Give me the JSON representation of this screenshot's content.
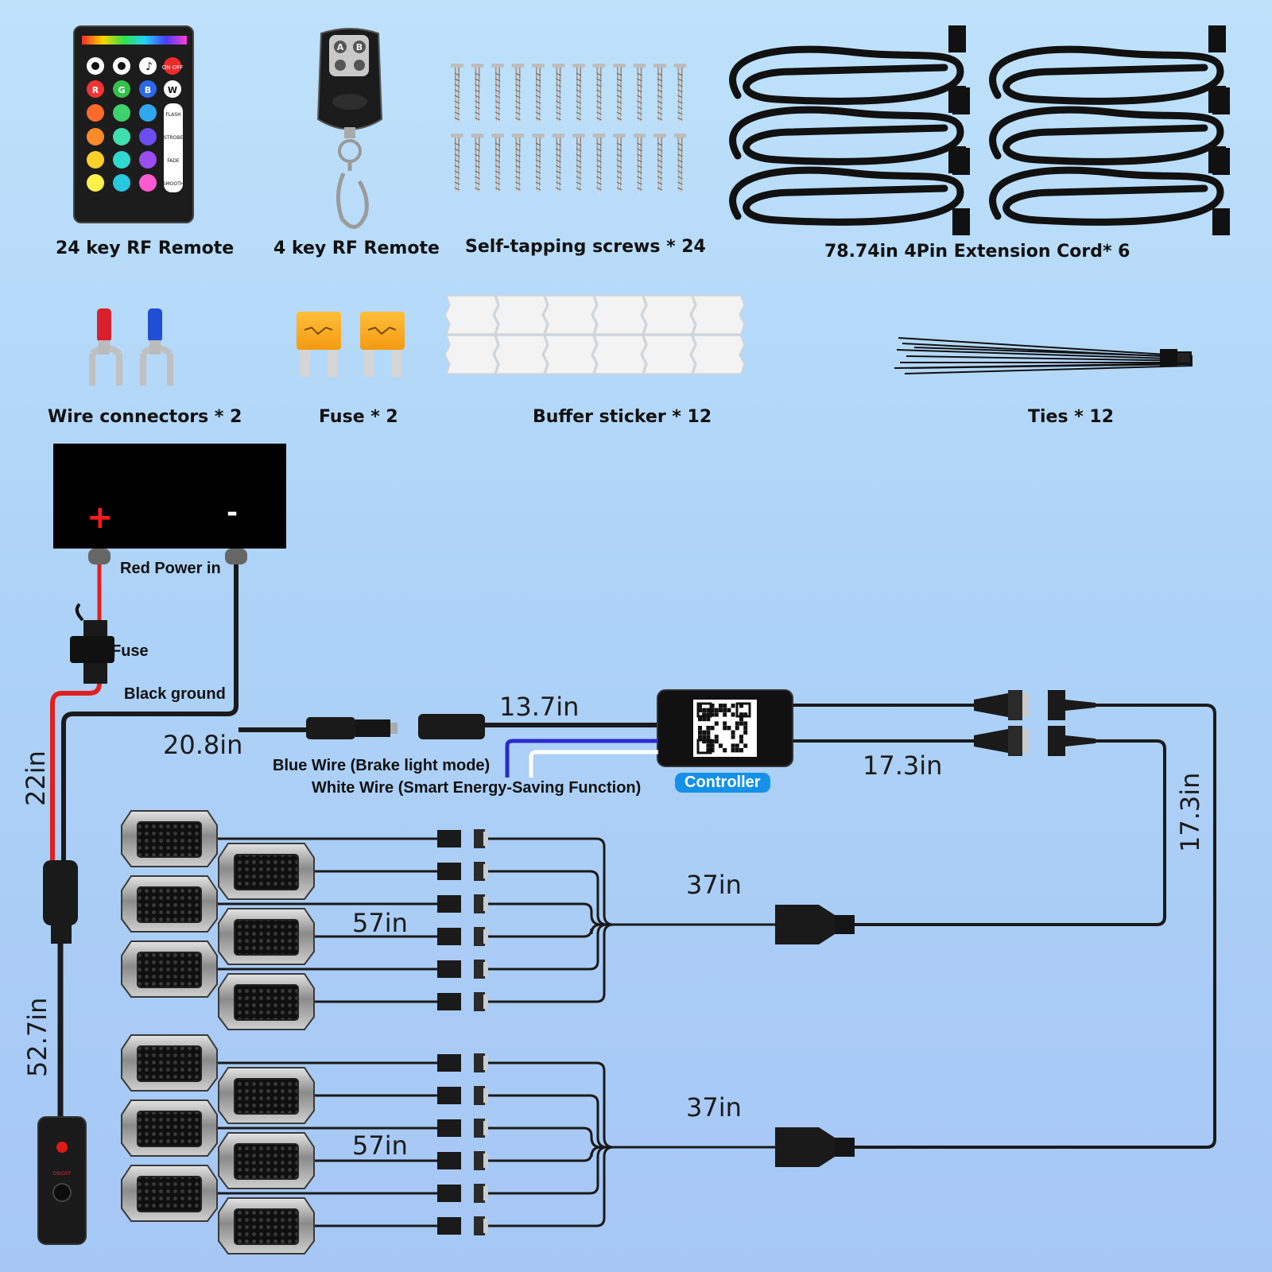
{
  "accessories": {
    "remote24": "24 key RF Remote",
    "remote4": "4 key RF Remote",
    "screws": "Self-tapping screws * 24",
    "cord": "78.74in 4Pin Extension Cord* 6",
    "wire_connectors": "Wire connectors * 2",
    "fuse": "Fuse * 2",
    "buffer": "Buffer sticker * 12",
    "ties": "Ties * 12"
  },
  "remote24_keys": {
    "r": "R",
    "g": "G",
    "b": "B",
    "w": "W",
    "on_off": "ON OFF",
    "flash": "FLASH",
    "strobe": "STROBE",
    "fade": "FADE",
    "smooth": "SMOOTH"
  },
  "remote4_keys": {
    "a": "A",
    "b": "B"
  },
  "battery": {
    "plus": "+",
    "minus": "-"
  },
  "wiring": {
    "red_power": "Red Power in",
    "fuse": "Fuse",
    "black_ground": "Black ground",
    "blue_wire": "Blue Wire (Brake light mode)",
    "white_wire": "White Wire (Smart Energy-Saving Function)",
    "controller": "Controller",
    "switch_label": "ON/OFF"
  },
  "dimensions": {
    "d13_7": "13.7in",
    "d20_8": "20.8in",
    "d17_3a": "17.3in",
    "d17_3b": "17.3in",
    "d22": "22in",
    "d52_7": "52.7in",
    "d37a": "37in",
    "d37b": "37in",
    "d57a": "57in",
    "d57b": "57in"
  },
  "colors": {
    "wire_red": "#e02020",
    "wire_black": "#1a1a1a",
    "wire_blue": "#2a2ad0",
    "wire_white": "#ffffff",
    "controller_tag": "#1591e8"
  }
}
